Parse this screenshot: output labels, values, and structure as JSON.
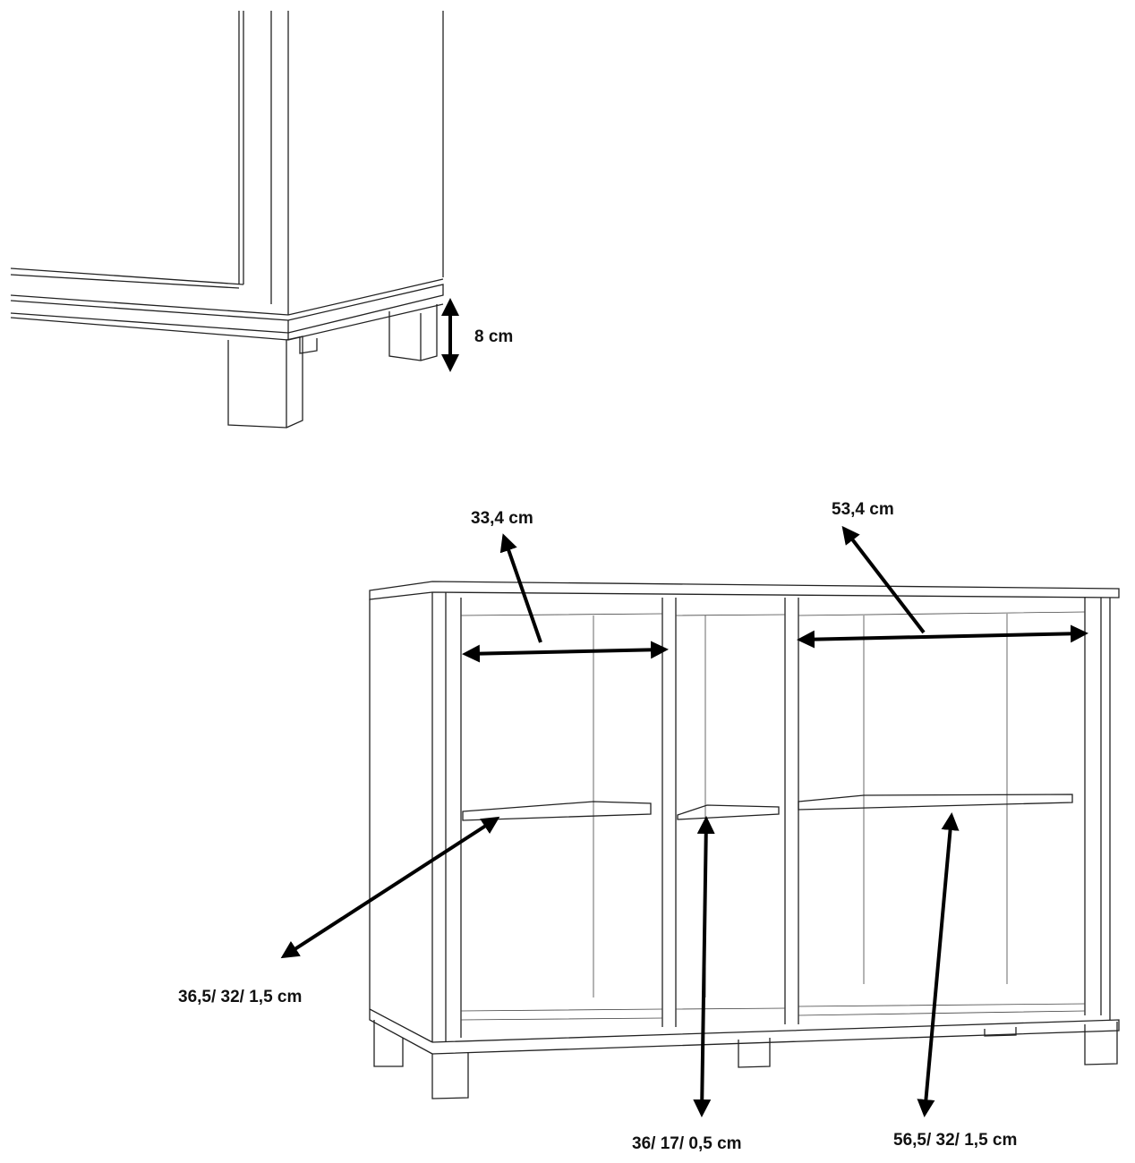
{
  "detail": {
    "leg_height_label": "8 cm"
  },
  "cabinet": {
    "left_inner_width_label": "33,4 cm",
    "right_inner_width_label": "53,4 cm",
    "left_shelf_label": "36,5/ 32/ 1,5 cm",
    "middle_shelf_label": "36/ 17/ 0,5 cm",
    "right_shelf_label": "56,5/ 32/ 1,5 cm"
  },
  "colors": {
    "line": "#222222",
    "arrow": "#000000",
    "background": "#ffffff"
  }
}
